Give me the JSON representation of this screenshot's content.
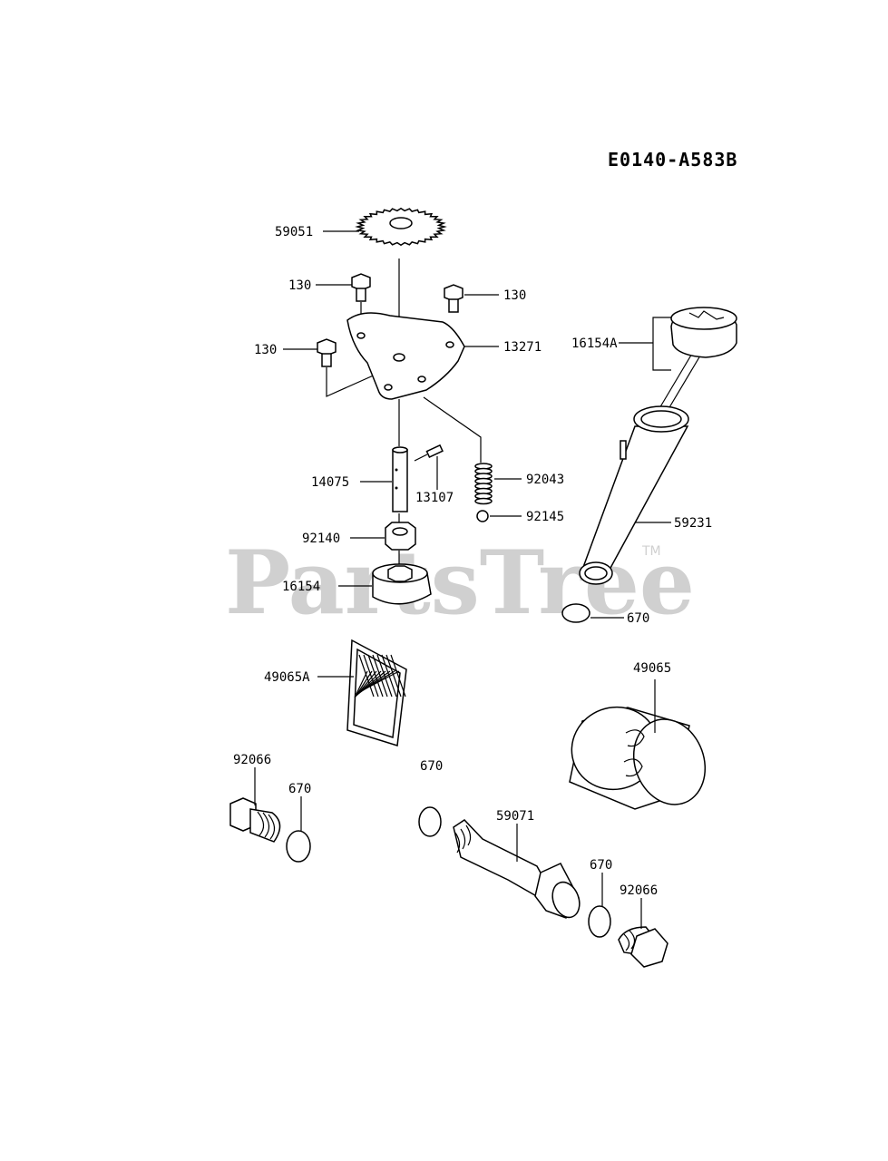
{
  "diagram_code": "E0140-A583B",
  "watermark": {
    "text": "PartsTree",
    "trademark": "TM"
  },
  "parts": [
    {
      "id": "gear",
      "label": "59051"
    },
    {
      "id": "bolt-top-left",
      "label": "130"
    },
    {
      "id": "bolt-top-right",
      "label": "130"
    },
    {
      "id": "bolt-left",
      "label": "130"
    },
    {
      "id": "plate",
      "label": "13271"
    },
    {
      "id": "oil-cap",
      "label": "14075"
    },
    {
      "id": "shaft",
      "label": "13107"
    },
    {
      "id": "pin",
      "label": "92043"
    },
    {
      "id": "spring",
      "label": "92145"
    },
    {
      "id": "ball",
      "label": "92140"
    },
    {
      "id": "inner-rotor",
      "label": "16154"
    },
    {
      "id": "outer-rotor",
      "label": "16154A"
    },
    {
      "id": "filler-tube",
      "label": "59231"
    },
    {
      "id": "oring-tube",
      "label": "670"
    },
    {
      "id": "screen",
      "label": "49065A"
    },
    {
      "id": "oil-filter",
      "label": "49065"
    },
    {
      "id": "plug-left",
      "label": "92066"
    },
    {
      "id": "oring-left",
      "label": "670"
    },
    {
      "id": "oring-center",
      "label": "670"
    },
    {
      "id": "pipe",
      "label": "59071"
    },
    {
      "id": "oring-right",
      "label": "670"
    },
    {
      "id": "plug-right",
      "label": "92066"
    }
  ]
}
